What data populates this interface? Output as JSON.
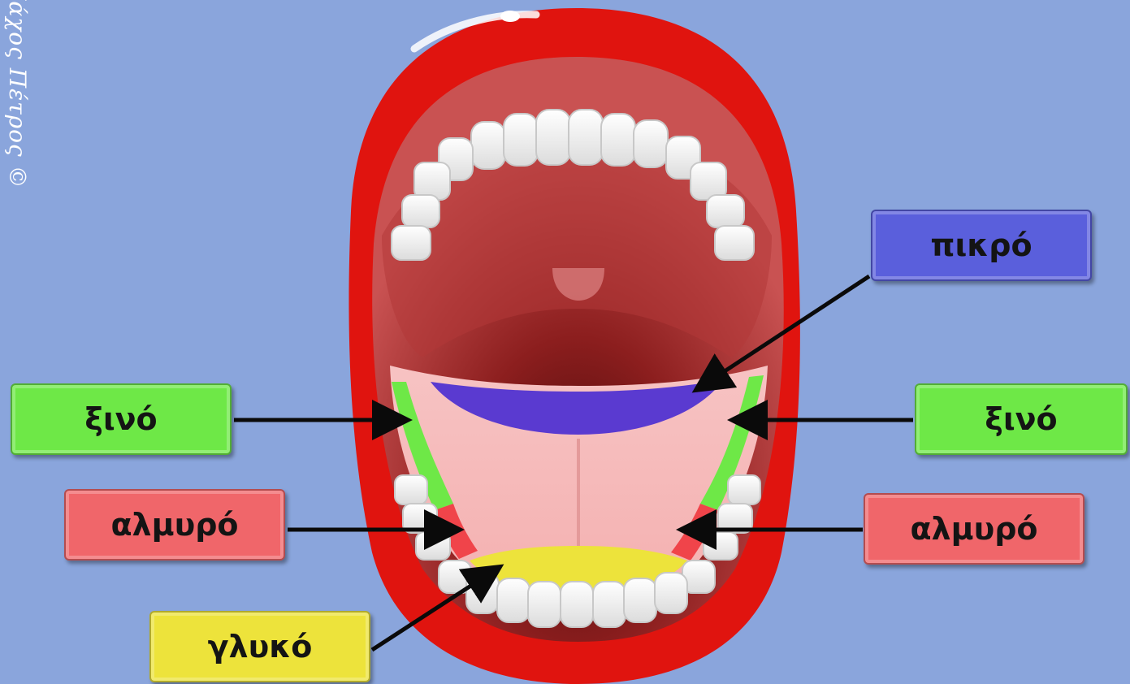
{
  "watermark": "Πάχος Πέτρος ©",
  "labels": {
    "bitter": "πικρό",
    "sour_left": "ξινό",
    "sour_right": "ξινό",
    "salty_left": "αλμυρό",
    "salty_right": "αλμυρό",
    "sweet": "γλυκό"
  },
  "colors": {
    "background": "#8aa5dc",
    "bitter": "#5a5fdc",
    "sour": "#6ee847",
    "salty": "#f0666a",
    "sweet": "#ede33b",
    "lips": "#e0140f"
  }
}
